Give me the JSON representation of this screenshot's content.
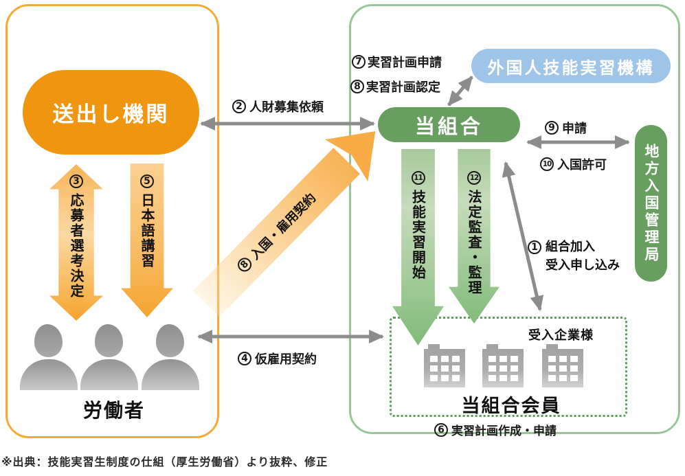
{
  "colors": {
    "orange": "#F0950F",
    "orange_border": "#F5A937",
    "green_dark": "#699E61",
    "green_border": "#97C797",
    "blue": "#9EC5E8",
    "dotted_green": "#55A055",
    "gray_arrow": "#8C8C8C",
    "figure_gray": "#9B9B9B"
  },
  "left_panel": {
    "sending_org_label": "送出し機関",
    "workers_label": "労働者",
    "selection_arrow": {
      "num": "3",
      "text": "応募者選考決定"
    },
    "japanese_course_arrow": {
      "num": "5",
      "text": "日本語講習"
    }
  },
  "right_panel": {
    "union_label": "当組合",
    "otit_label": "外国人技能実習機構",
    "immigration_label": "地方入国管理局",
    "member_company_box": {
      "client_label": "受入企業様",
      "member_label": "当組合会員"
    },
    "training_start_arrow": {
      "num": "11",
      "text": "技能実習開始"
    },
    "audit_arrow": {
      "num": "12",
      "text": "法定監査・監理"
    }
  },
  "flow_labels": {
    "join_union": {
      "num": "1",
      "line1": "組合加入",
      "line2": "受入申し込み"
    },
    "recruitment": {
      "num": "2",
      "text": "人財募集依頼"
    },
    "temp_contract": {
      "num": "4",
      "text": "仮雇用契約"
    },
    "plan_create": {
      "num": "6",
      "text": "実習計画作成・申請"
    },
    "plan_apply": {
      "num": "7",
      "text": "実習計画申請"
    },
    "plan_approve": {
      "num": "8",
      "text": "実習計画認定"
    },
    "entry_contract": {
      "num": "8",
      "text": "入国・雇用契約"
    },
    "application": {
      "num": "9",
      "text": "申請"
    },
    "entry_permit": {
      "num": "10",
      "text": "入国許可"
    }
  },
  "footer": {
    "source_note": "※出典：技能実習生制度の仕組（厚生労働省）より抜粋、修正"
  }
}
